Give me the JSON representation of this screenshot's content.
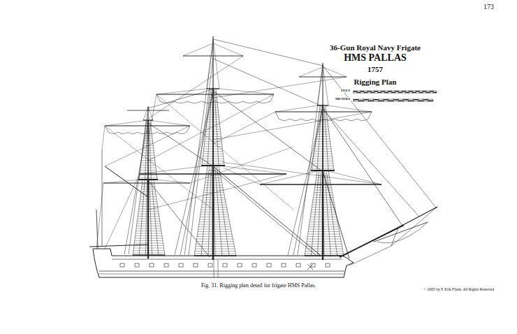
{
  "diagram": {
    "title": "36-Gun Royal Navy Frigate",
    "caption": "Fig. 31. Rigging plan detail for frigate HMS Pallas.",
    "labels": [
      "173",
      "HMS PALLAS",
      "1757",
      "Rigging Plan",
      "FEET",
      "METERS",
      "© 2005 by P. Erik Flynn. All Rights Reserved"
    ]
  }
}
